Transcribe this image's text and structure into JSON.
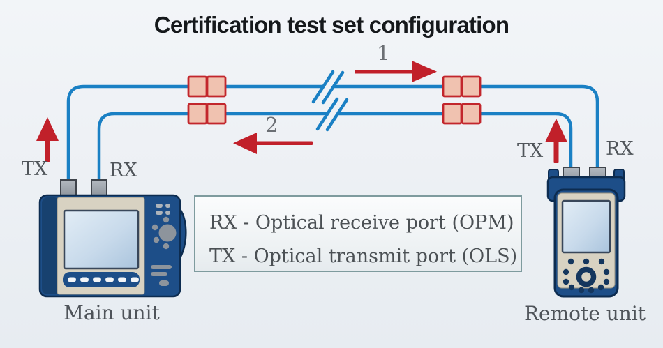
{
  "title": "Certification test set configuration",
  "units": {
    "main": {
      "label": "Main unit",
      "tx_label": "TX",
      "rx_label": "RX"
    },
    "remote": {
      "label": "Remote unit",
      "tx_label": "TX",
      "rx_label": "RX"
    }
  },
  "arrows": {
    "path1_number": "1",
    "path2_number": "2",
    "path1_direction": "main-to-remote",
    "path2_direction": "remote-to-main"
  },
  "legend": {
    "lines": [
      "RX - Optical receive port (OPM)",
      "TX - Optical transmit port (OLS)"
    ]
  },
  "connectors": {
    "pair_count": 4
  },
  "colors": {
    "background": "#edf1f5",
    "fiber_cable": "#1a80c4",
    "arrow_red": "#c1202a",
    "connector_fill": "#f0c2b0",
    "connector_border": "#c2262c",
    "device_blue": "#1d4e88",
    "device_navy": "#0d2c50",
    "device_panel": "#d8d2c2",
    "screen_blue": "#c3d6e8",
    "port_gray": "#99a0a8",
    "label_gray": "#50555a",
    "legend_border": "#7e9b9e"
  }
}
